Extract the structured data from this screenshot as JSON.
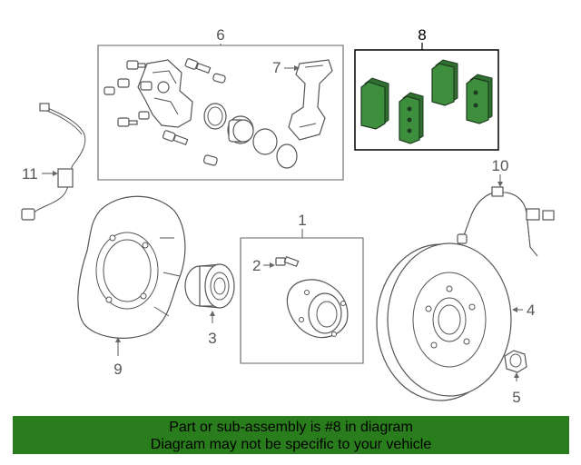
{
  "callouts": {
    "c1": "1",
    "c2": "2",
    "c3": "3",
    "c4": "4",
    "c5": "5",
    "c6": "6",
    "c7": "7",
    "c8": "8",
    "c9": "9",
    "c10": "10",
    "c11": "11"
  },
  "banner": {
    "line1": "Part or sub-assembly is #8 in diagram",
    "line2": "Diagram may not be specific to your vehicle"
  },
  "colors": {
    "highlight_pad": "#3d8f3d",
    "banner_bg": "#2a7d1c"
  }
}
